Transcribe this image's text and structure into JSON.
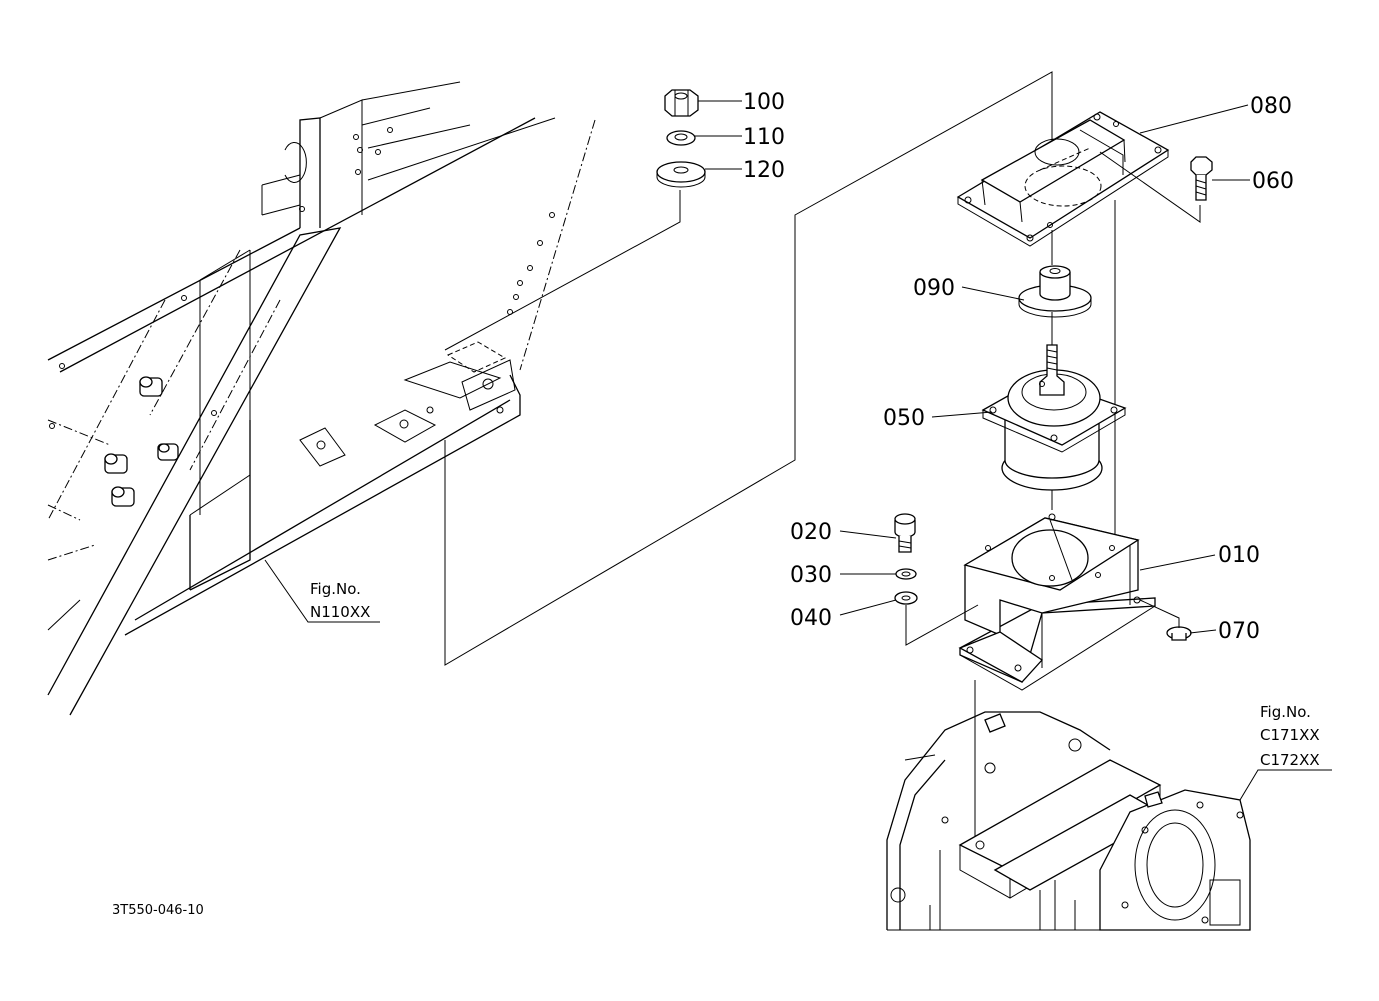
{
  "diagram": {
    "parts": [
      {
        "no": "100"
      },
      {
        "no": "110"
      },
      {
        "no": "120"
      },
      {
        "no": "080"
      },
      {
        "no": "060"
      },
      {
        "no": "090"
      },
      {
        "no": "050"
      },
      {
        "no": "020"
      },
      {
        "no": "030"
      },
      {
        "no": "040"
      },
      {
        "no": "010"
      },
      {
        "no": "070"
      }
    ],
    "figure_refs": {
      "frame": {
        "line1": "Fig.No.",
        "line2": "N110XX"
      },
      "transmission": {
        "line1": "Fig.No.",
        "line2": "C171XX",
        "line3": "C172XX"
      }
    },
    "drawing_code": "3T550-046-10"
  }
}
